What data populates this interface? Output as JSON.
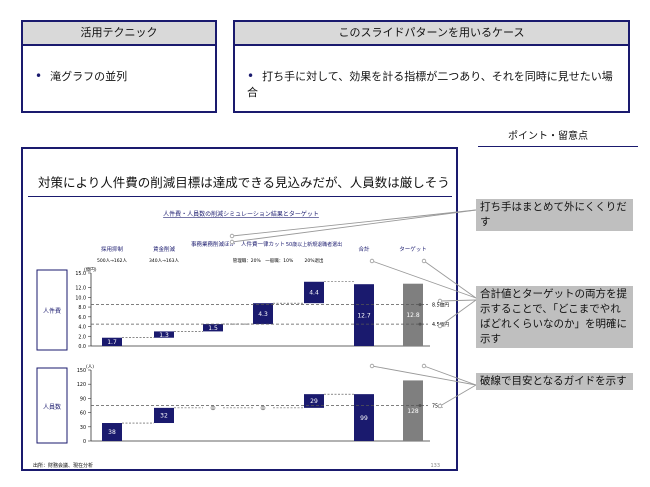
{
  "technique": {
    "header": "活用テクニック",
    "item": "滝グラフの並列"
  },
  "usecase": {
    "header": "このスライドパターンを用いるケース",
    "item": "打ち手に対して、効果を計る指標が二つあり、それを同時に見せたい場合"
  },
  "points": {
    "title": "ポイント・留意点",
    "callouts": [
      "打ち手はまとめて外にくくりだす",
      "合計値とターゲットの両方を提示することで、「どこまでやればどれくらいなのか」を明確に示す",
      "破線で目安となるガイドを示す"
    ]
  },
  "slide": {
    "title": "対策により人件費の削減目標は達成できる見込みだが、人員数は厳しそう",
    "chart_title": "人件費・人員数の削減シミュレーション結果とターゲット",
    "footnote": "出所：財務会議、現在分析",
    "page_number": "133"
  },
  "colors": {
    "navy": "#1a1a6e",
    "gray": "#7f7f7f",
    "box_head": "#d9d9d9",
    "callout": "#bfbfbf"
  },
  "chart_data": [
    {
      "type": "bar",
      "subtype": "waterfall",
      "row_label": "人件費",
      "unit": "(億円)",
      "categories": [
        "採用抑制",
        "賃金削減",
        "事務業務削減ほか",
        "人件費一律カット",
        "50歳以上新規退職者選出",
        "合計",
        "ターゲット"
      ],
      "category_notes": [
        "500人→162人",
        "340人→163人",
        "",
        "管理職：20%　一般職：10%",
        "20%退出",
        "",
        ""
      ],
      "values": [
        1.7,
        1.3,
        1.5,
        4.3,
        4.4,
        12.7,
        12.8
      ],
      "value_labels": [
        "1.7",
        "1.3",
        "1.5",
        "4.3",
        "4.4",
        "12.7",
        "12.8"
      ],
      "ylim": [
        0,
        15
      ],
      "yticks": [
        "0.0",
        "2.0",
        "4.0",
        "6.0",
        "8.0",
        "10.0",
        "12.0",
        "15.0"
      ],
      "guides": [
        {
          "value": 4.5,
          "label": "4.5億円"
        },
        {
          "value": 8.5,
          "label": "8.5億円"
        }
      ]
    },
    {
      "type": "bar",
      "subtype": "waterfall",
      "row_label": "人員数",
      "unit": "(人)",
      "categories": [
        "採用抑制",
        "賃金削減",
        "事務業務削減ほか",
        "人件費一律カット",
        "50歳以上新規退職者選出",
        "合計",
        "ターゲット"
      ],
      "values": [
        38,
        32,
        0,
        0,
        29,
        99,
        128
      ],
      "value_labels": [
        "38",
        "32",
        "0",
        "0",
        "29",
        "99",
        "128"
      ],
      "ylim": [
        0,
        150
      ],
      "yticks": [
        "0",
        "30",
        "60",
        "90",
        "120",
        "150"
      ],
      "guides": [
        {
          "value": 75,
          "label": "75人"
        }
      ]
    }
  ]
}
